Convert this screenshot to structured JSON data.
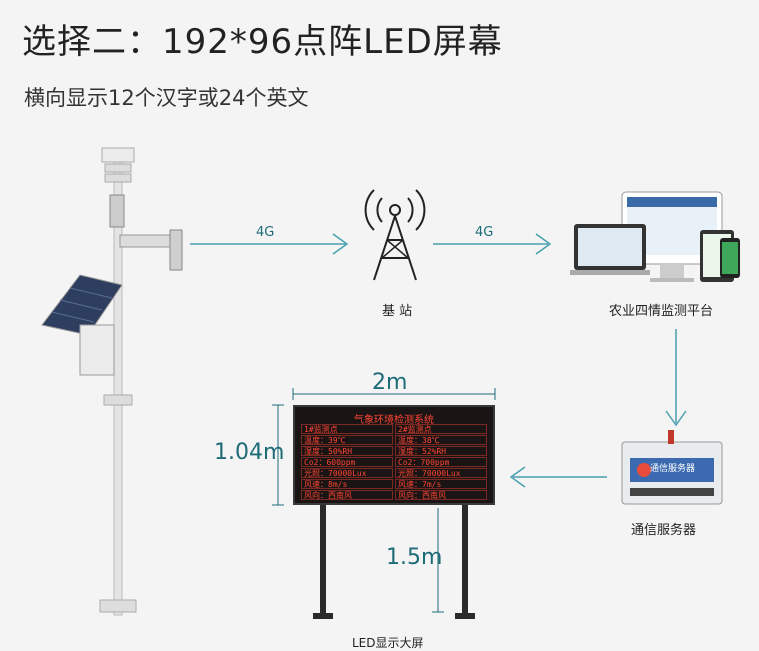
{
  "title": "选择二：192*96点阵LED屏幕",
  "subtitle": "横向显示12个汉字或24个英文",
  "diagram": {
    "link1_label": "4G",
    "link2_label": "4G",
    "base_station_label": "基 站",
    "platform_label": "农业四情监测平台",
    "server_label": "通信服务器",
    "led_label": "LED显示大屏",
    "width_label": "2m",
    "height_label": "1.04m",
    "pole_height_label": "1.5m"
  },
  "led_screen": {
    "title": "气象环境检测系统",
    "rows": [
      [
        "1#监测点",
        "2#监测点"
      ],
      [
        "温度：39℃",
        "温度：38℃"
      ],
      [
        "湿度：50%RH",
        "湿度：52%RH"
      ],
      [
        "Co2：600ppm",
        "Co2：700ppm"
      ],
      [
        "光照：70000Lux",
        "光照：70000Lux"
      ],
      [
        "风速：8m/s",
        "风速：7m/s"
      ],
      [
        "风向：西南风",
        "风向：西南风"
      ]
    ]
  },
  "server_device_text": "通信服务器",
  "colors": {
    "accent": "#1e6b78",
    "led_text": "#ff4433",
    "arrow": "#4a9fb0"
  }
}
